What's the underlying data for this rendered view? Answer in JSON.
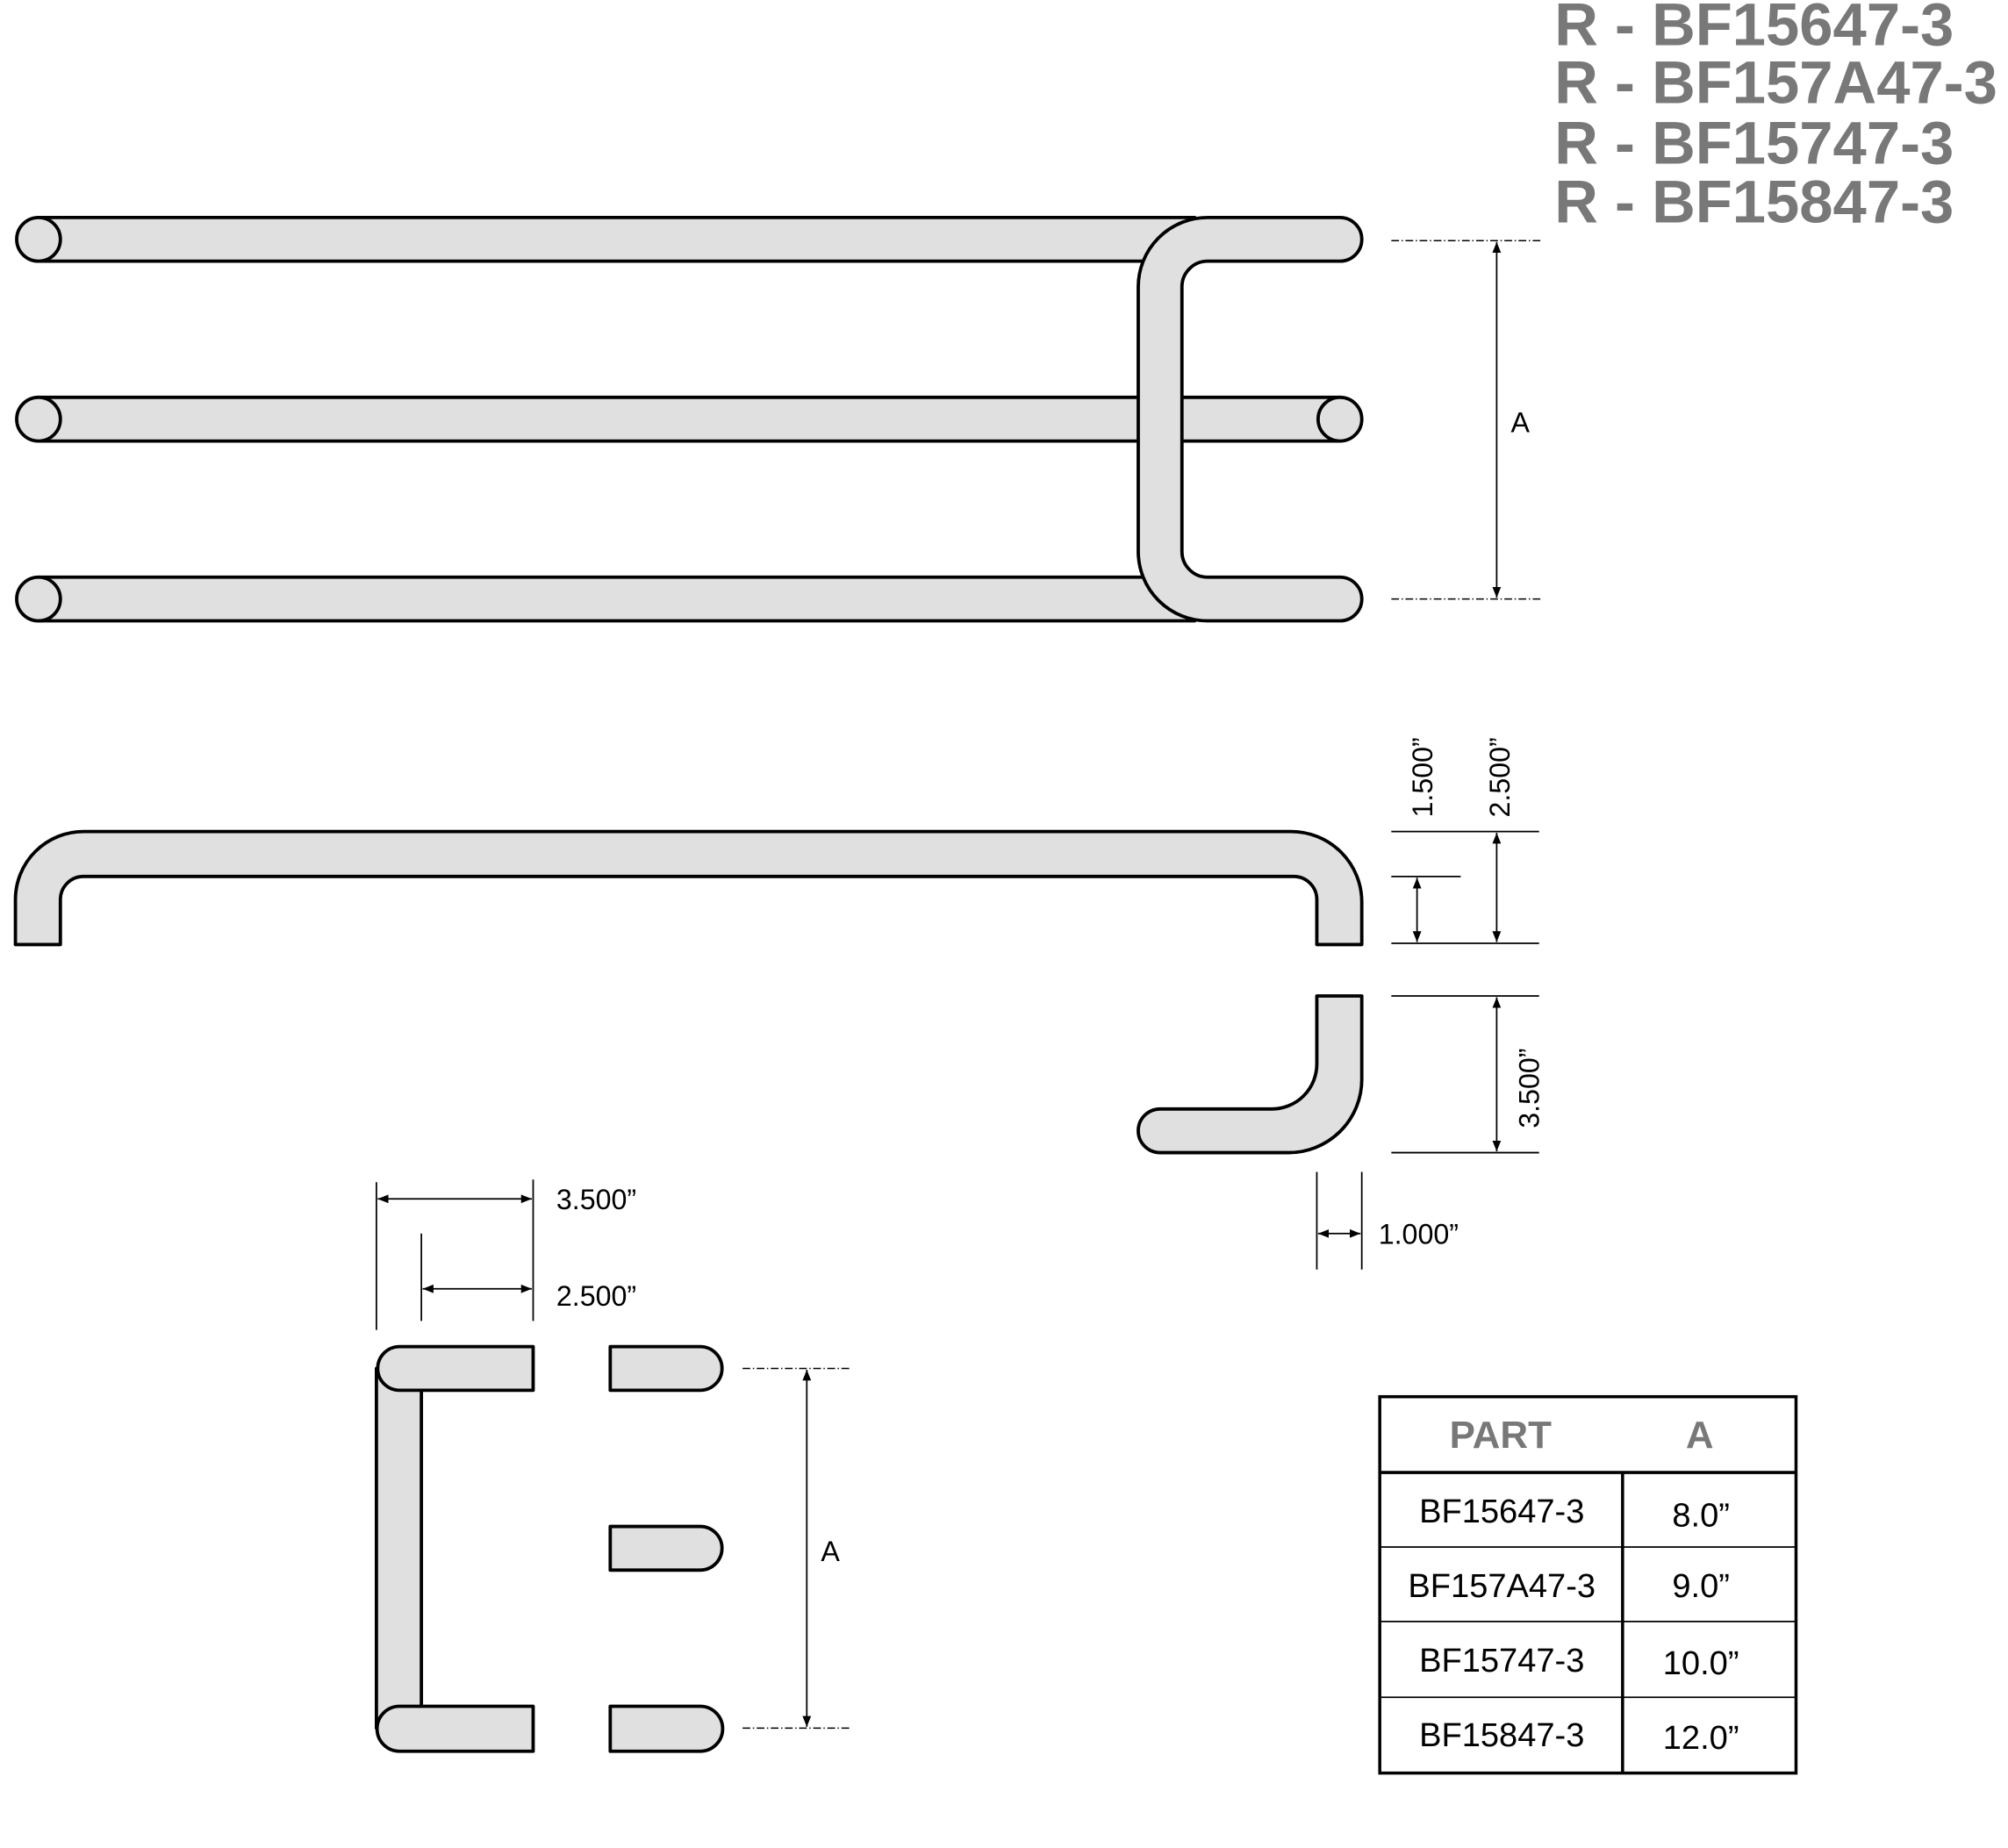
{
  "titles": [
    "R - BF15647-3",
    "R - BF157A47-3",
    "R - BF15747-3",
    "R - BF15847-3"
  ],
  "dimensions": {
    "top_view_a": "A",
    "side_1500": "1.500”",
    "side_2500": "2.500”",
    "end_3500": "3.500”",
    "end_1000": "1.000”",
    "bottom_3500": "3.500”",
    "bottom_2500": "2.500”",
    "bottom_a": "A"
  },
  "table": {
    "headers": [
      "PART",
      "A"
    ],
    "rows": [
      [
        "BF15647-3",
        "8.0”"
      ],
      [
        "BF157A47-3",
        "9.0”"
      ],
      [
        "BF15747-3",
        "10.0”"
      ],
      [
        "BF15847-3",
        "12.0”"
      ]
    ]
  }
}
